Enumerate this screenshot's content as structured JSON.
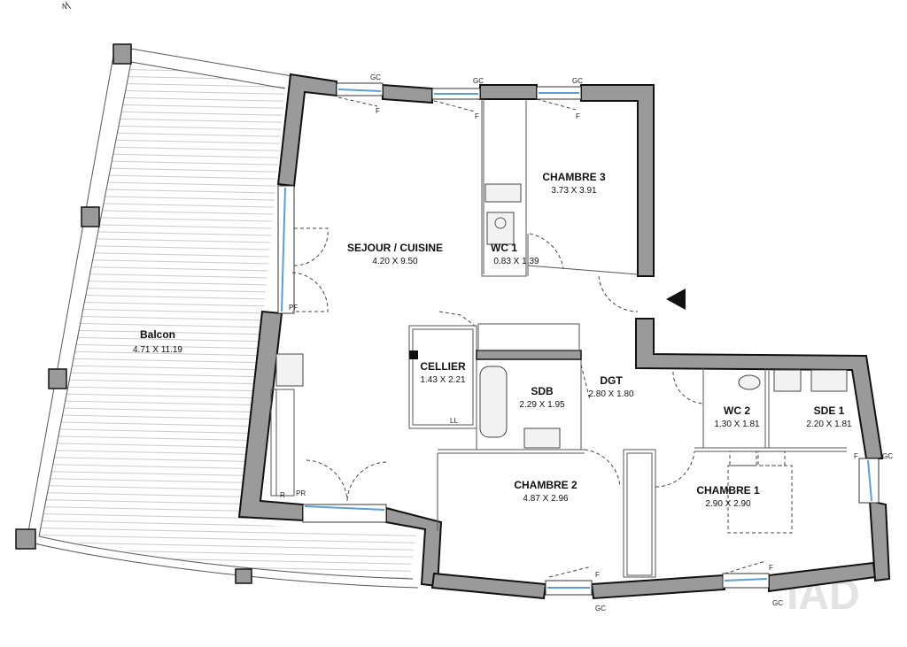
{
  "rooms": {
    "sejour": {
      "name": "SEJOUR / CUISINE",
      "dim": "4.20 X 9.50"
    },
    "chambre3": {
      "name": "CHAMBRE 3",
      "dim": "3.73 X 3.91"
    },
    "wc1": {
      "name": "WC 1",
      "dim": "0.83 X 1.39"
    },
    "balcon": {
      "name": "Balcon",
      "dim": "4.71 X 11.19"
    },
    "cellier": {
      "name": "CELLIER",
      "dim": "1.43 X 2.21"
    },
    "sdb": {
      "name": "SDB",
      "dim": "2.29 X 1.95"
    },
    "dgt": {
      "name": "DGT",
      "dim": "2.80 X 1.80"
    },
    "wc2": {
      "name": "WC 2",
      "dim": "1.30 X 1.81"
    },
    "sde1": {
      "name": "SDE 1",
      "dim": "2.20 X 1.81"
    },
    "chambre2": {
      "name": "CHAMBRE 2",
      "dim": "4.87 X 2.96"
    },
    "chambre1": {
      "name": "CHAMBRE 1",
      "dim": "2.90 X 2.90"
    }
  },
  "labels": {
    "gc": "GC",
    "f": "F",
    "pf": "PF",
    "pr": "PR",
    "r": "R",
    "ll": "LL",
    "north": "N",
    "watermark": "IAD"
  },
  "colors": {
    "wall": "#9a9a9a",
    "window": "#5a9fd4"
  }
}
